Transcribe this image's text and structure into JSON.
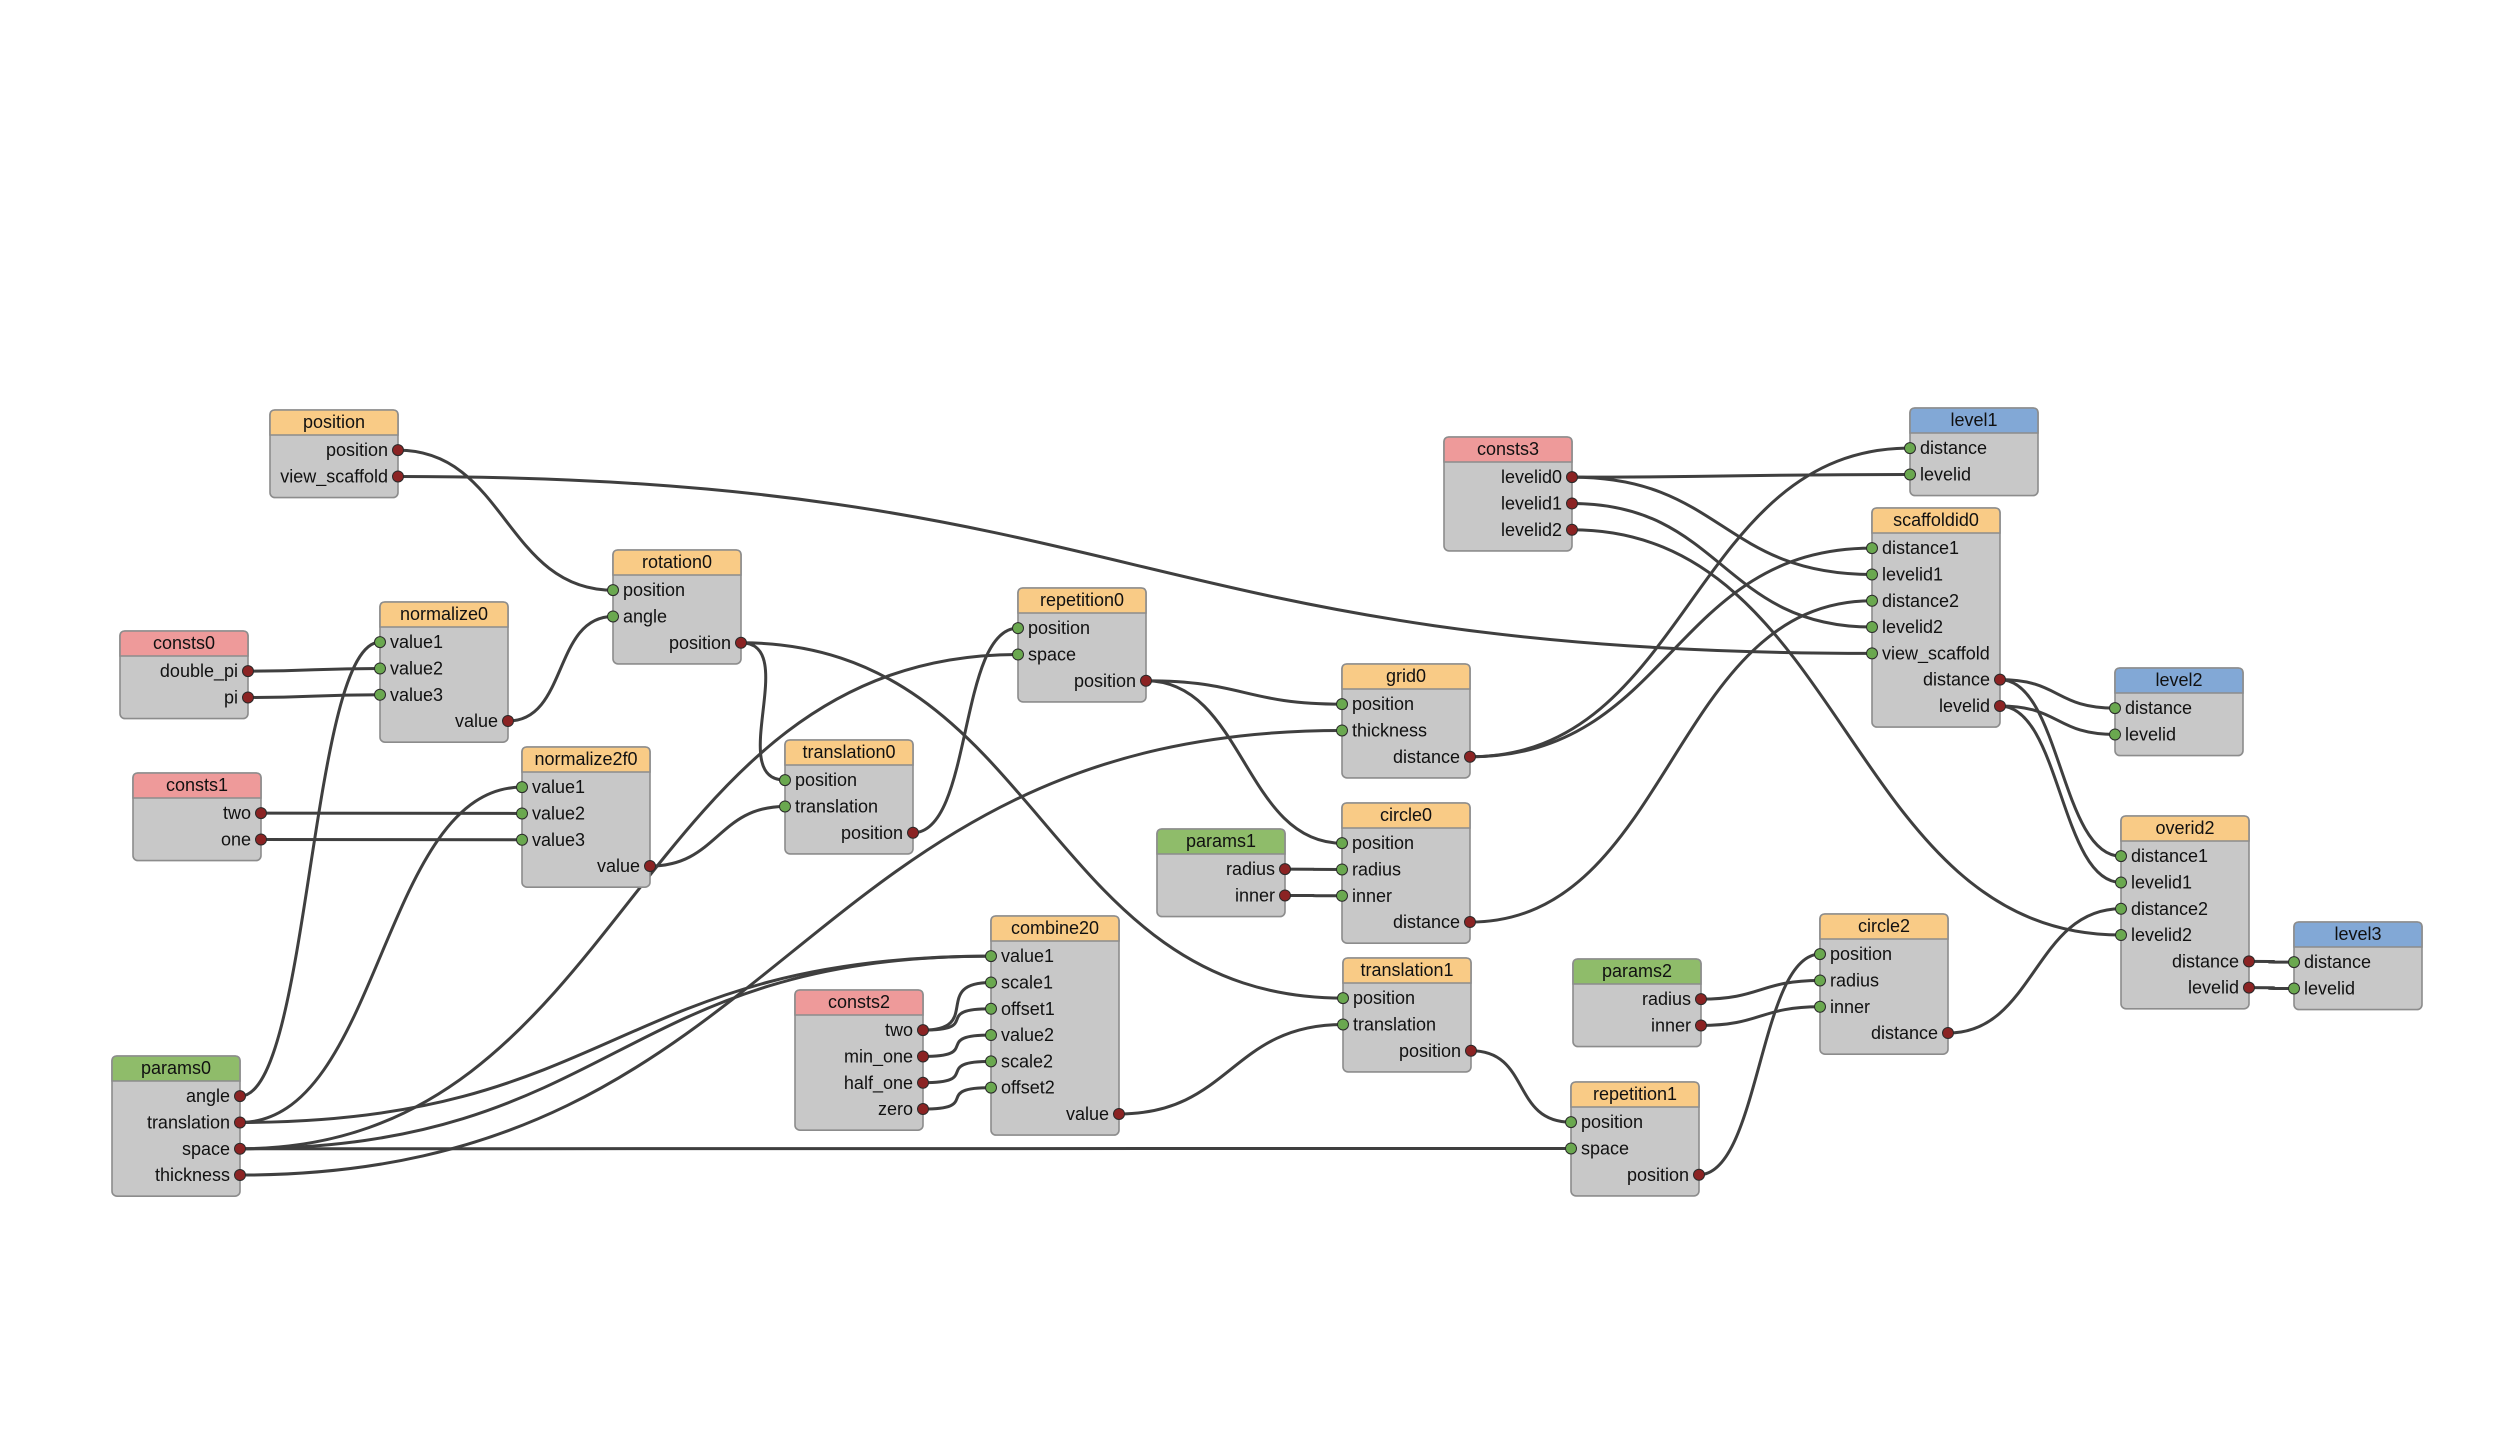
{
  "colors": {
    "background": "#ffffff",
    "node_body": "#c8c8c8",
    "node_border": "#8c8c8c",
    "wire": "#3f3f3f",
    "port_input": "#6aa84f",
    "port_output": "#8b2323",
    "header": {
      "orange": "#f9cb86",
      "red": "#ee9a9a",
      "green": "#8fbc6a",
      "blue": "#82a8d6"
    }
  },
  "nodes": [
    {
      "id": "position",
      "title": "position",
      "color": "orange",
      "ports": [
        {
          "name": "position",
          "kind": "out"
        },
        {
          "name": "view_scaffold",
          "kind": "out"
        }
      ]
    },
    {
      "id": "consts0",
      "title": "consts0",
      "color": "red",
      "ports": [
        {
          "name": "double_pi",
          "kind": "out"
        },
        {
          "name": "pi",
          "kind": "out"
        }
      ]
    },
    {
      "id": "normalize0",
      "title": "normalize0",
      "color": "orange",
      "ports": [
        {
          "name": "value1",
          "kind": "in"
        },
        {
          "name": "value2",
          "kind": "in"
        },
        {
          "name": "value3",
          "kind": "in"
        },
        {
          "name": "value",
          "kind": "out"
        }
      ]
    },
    {
      "id": "rotation0",
      "title": "rotation0",
      "color": "orange",
      "ports": [
        {
          "name": "position",
          "kind": "in"
        },
        {
          "name": "angle",
          "kind": "in"
        },
        {
          "name": "position",
          "kind": "out"
        }
      ]
    },
    {
      "id": "consts1",
      "title": "consts1",
      "color": "red",
      "ports": [
        {
          "name": "two",
          "kind": "out"
        },
        {
          "name": "one",
          "kind": "out"
        }
      ]
    },
    {
      "id": "normalize2f0",
      "title": "normalize2f0",
      "color": "orange",
      "ports": [
        {
          "name": "value1",
          "kind": "in"
        },
        {
          "name": "value2",
          "kind": "in"
        },
        {
          "name": "value3",
          "kind": "in"
        },
        {
          "name": "value",
          "kind": "out"
        }
      ]
    },
    {
      "id": "translation0",
      "title": "translation0",
      "color": "orange",
      "ports": [
        {
          "name": "position",
          "kind": "in"
        },
        {
          "name": "translation",
          "kind": "in"
        },
        {
          "name": "position",
          "kind": "out"
        }
      ]
    },
    {
      "id": "repetition0",
      "title": "repetition0",
      "color": "orange",
      "ports": [
        {
          "name": "position",
          "kind": "in"
        },
        {
          "name": "space",
          "kind": "in"
        },
        {
          "name": "position",
          "kind": "out"
        }
      ]
    },
    {
      "id": "grid0",
      "title": "grid0",
      "color": "orange",
      "ports": [
        {
          "name": "position",
          "kind": "in"
        },
        {
          "name": "thickness",
          "kind": "in"
        },
        {
          "name": "distance",
          "kind": "out"
        }
      ]
    },
    {
      "id": "params1",
      "title": "params1",
      "color": "green",
      "ports": [
        {
          "name": "radius",
          "kind": "out"
        },
        {
          "name": "inner",
          "kind": "out"
        }
      ]
    },
    {
      "id": "circle0",
      "title": "circle0",
      "color": "orange",
      "ports": [
        {
          "name": "position",
          "kind": "in"
        },
        {
          "name": "radius",
          "kind": "in"
        },
        {
          "name": "inner",
          "kind": "in"
        },
        {
          "name": "distance",
          "kind": "out"
        }
      ]
    },
    {
      "id": "consts3",
      "title": "consts3",
      "color": "red",
      "ports": [
        {
          "name": "levelid0",
          "kind": "out"
        },
        {
          "name": "levelid1",
          "kind": "out"
        },
        {
          "name": "levelid2",
          "kind": "out"
        }
      ]
    },
    {
      "id": "level1",
      "title": "level1",
      "color": "blue",
      "ports": [
        {
          "name": "distance",
          "kind": "in"
        },
        {
          "name": "levelid",
          "kind": "in"
        }
      ]
    },
    {
      "id": "scaffoldid0",
      "title": "scaffoldid0",
      "color": "orange",
      "ports": [
        {
          "name": "distance1",
          "kind": "in"
        },
        {
          "name": "levelid1",
          "kind": "in"
        },
        {
          "name": "distance2",
          "kind": "in"
        },
        {
          "name": "levelid2",
          "kind": "in"
        },
        {
          "name": "view_scaffold",
          "kind": "in"
        },
        {
          "name": "distance",
          "kind": "out"
        },
        {
          "name": "levelid",
          "kind": "out"
        }
      ]
    },
    {
      "id": "level2",
      "title": "level2",
      "color": "blue",
      "ports": [
        {
          "name": "distance",
          "kind": "in"
        },
        {
          "name": "levelid",
          "kind": "in"
        }
      ]
    },
    {
      "id": "overid2",
      "title": "overid2",
      "color": "orange",
      "ports": [
        {
          "name": "distance1",
          "kind": "in"
        },
        {
          "name": "levelid1",
          "kind": "in"
        },
        {
          "name": "distance2",
          "kind": "in"
        },
        {
          "name": "levelid2",
          "kind": "in"
        },
        {
          "name": "distance",
          "kind": "out"
        },
        {
          "name": "levelid",
          "kind": "out"
        }
      ]
    },
    {
      "id": "level3",
      "title": "level3",
      "color": "blue",
      "ports": [
        {
          "name": "distance",
          "kind": "in"
        },
        {
          "name": "levelid",
          "kind": "in"
        }
      ]
    },
    {
      "id": "combine20",
      "title": "combine20",
      "color": "orange",
      "ports": [
        {
          "name": "value1",
          "kind": "in"
        },
        {
          "name": "scale1",
          "kind": "in"
        },
        {
          "name": "offset1",
          "kind": "in"
        },
        {
          "name": "value2",
          "kind": "in"
        },
        {
          "name": "scale2",
          "kind": "in"
        },
        {
          "name": "offset2",
          "kind": "in"
        },
        {
          "name": "value",
          "kind": "out"
        }
      ]
    },
    {
      "id": "consts2",
      "title": "consts2",
      "color": "red",
      "ports": [
        {
          "name": "two",
          "kind": "out"
        },
        {
          "name": "min_one",
          "kind": "out"
        },
        {
          "name": "half_one",
          "kind": "out"
        },
        {
          "name": "zero",
          "kind": "out"
        }
      ]
    },
    {
      "id": "translation1",
      "title": "translation1",
      "color": "orange",
      "ports": [
        {
          "name": "position",
          "kind": "in"
        },
        {
          "name": "translation",
          "kind": "in"
        },
        {
          "name": "position",
          "kind": "out"
        }
      ]
    },
    {
      "id": "params2",
      "title": "params2",
      "color": "green",
      "ports": [
        {
          "name": "radius",
          "kind": "out"
        },
        {
          "name": "inner",
          "kind": "out"
        }
      ]
    },
    {
      "id": "circle2",
      "title": "circle2",
      "color": "orange",
      "ports": [
        {
          "name": "position",
          "kind": "in"
        },
        {
          "name": "radius",
          "kind": "in"
        },
        {
          "name": "inner",
          "kind": "in"
        },
        {
          "name": "distance",
          "kind": "out"
        }
      ]
    },
    {
      "id": "params0",
      "title": "params0",
      "color": "green",
      "ports": [
        {
          "name": "angle",
          "kind": "out"
        },
        {
          "name": "translation",
          "kind": "out"
        },
        {
          "name": "space",
          "kind": "out"
        },
        {
          "name": "thickness",
          "kind": "out"
        }
      ]
    },
    {
      "id": "repetition1",
      "title": "repetition1",
      "color": "orange",
      "ports": [
        {
          "name": "position",
          "kind": "in"
        },
        {
          "name": "space",
          "kind": "in"
        },
        {
          "name": "position",
          "kind": "out"
        }
      ]
    }
  ],
  "edges": [
    {
      "from": "position.position",
      "to": "rotation0.position"
    },
    {
      "from": "position.view_scaffold",
      "to": "scaffoldid0.view_scaffold"
    },
    {
      "from": "consts0.double_pi",
      "to": "normalize0.value2"
    },
    {
      "from": "consts0.pi",
      "to": "normalize0.value3"
    },
    {
      "from": "params0.angle",
      "to": "normalize0.value1"
    },
    {
      "from": "normalize0.value",
      "to": "rotation0.angle"
    },
    {
      "from": "consts1.two",
      "to": "normalize2f0.value2"
    },
    {
      "from": "consts1.one",
      "to": "normalize2f0.value3"
    },
    {
      "from": "params0.translation",
      "to": "normalize2f0.value1"
    },
    {
      "from": "rotation0.position",
      "to": "translation0.position"
    },
    {
      "from": "normalize2f0.value",
      "to": "translation0.translation"
    },
    {
      "from": "translation0.position",
      "to": "repetition0.position"
    },
    {
      "from": "params0.space",
      "to": "repetition0.space"
    },
    {
      "from": "repetition0.position",
      "to": "grid0.position"
    },
    {
      "from": "params0.thickness",
      "to": "grid0.thickness"
    },
    {
      "from": "repetition0.position",
      "to": "circle0.position"
    },
    {
      "from": "params1.radius",
      "to": "circle0.radius"
    },
    {
      "from": "params1.inner",
      "to": "circle0.inner"
    },
    {
      "from": "grid0.distance",
      "to": "level1.distance"
    },
    {
      "from": "consts3.levelid0",
      "to": "level1.levelid"
    },
    {
      "from": "grid0.distance",
      "to": "scaffoldid0.distance1"
    },
    {
      "from": "consts3.levelid0",
      "to": "scaffoldid0.levelid1"
    },
    {
      "from": "circle0.distance",
      "to": "scaffoldid0.distance2"
    },
    {
      "from": "consts3.levelid1",
      "to": "scaffoldid0.levelid2"
    },
    {
      "from": "consts3.levelid2",
      "to": "overid2.levelid2"
    },
    {
      "from": "scaffoldid0.distance",
      "to": "level2.distance"
    },
    {
      "from": "scaffoldid0.levelid",
      "to": "level2.levelid"
    },
    {
      "from": "scaffoldid0.distance",
      "to": "overid2.distance1"
    },
    {
      "from": "scaffoldid0.levelid",
      "to": "overid2.levelid1"
    },
    {
      "from": "circle2.distance",
      "to": "overid2.distance2"
    },
    {
      "from": "overid2.distance",
      "to": "level3.distance"
    },
    {
      "from": "overid2.levelid",
      "to": "level3.levelid"
    },
    {
      "from": "rotation0.position",
      "to": "translation1.position"
    },
    {
      "from": "combine20.value",
      "to": "translation1.translation"
    },
    {
      "from": "params0.translation",
      "to": "combine20.value1"
    },
    {
      "from": "params0.space",
      "to": "combine20.value1"
    },
    {
      "from": "consts2.two",
      "to": "combine20.scale1"
    },
    {
      "from": "consts2.two",
      "to": "combine20.offset1"
    },
    {
      "from": "consts2.min_one",
      "to": "combine20.value2"
    },
    {
      "from": "consts2.half_one",
      "to": "combine20.scale2"
    },
    {
      "from": "consts2.zero",
      "to": "combine20.offset2"
    },
    {
      "from": "translation1.position",
      "to": "repetition1.position"
    },
    {
      "from": "params0.space",
      "to": "repetition1.space"
    },
    {
      "from": "repetition1.position",
      "to": "circle2.position"
    },
    {
      "from": "params2.radius",
      "to": "circle2.radius"
    },
    {
      "from": "params2.inner",
      "to": "circle2.inner"
    }
  ]
}
